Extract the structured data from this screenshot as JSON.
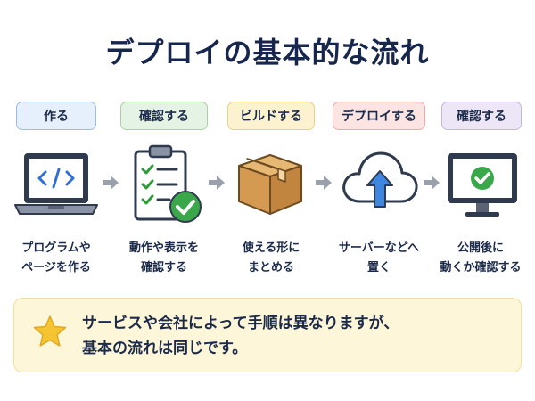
{
  "title": "デプロイの基本的な流れ",
  "steps": [
    {
      "label": "作る",
      "caption": [
        "プログラムや",
        "ページを作る"
      ],
      "icon": "laptop-code-icon",
      "color_fill": "#e6effc",
      "color_border": "#9dbbe8"
    },
    {
      "label": "確認する",
      "caption": [
        "動作や表示を",
        "確認する"
      ],
      "icon": "clipboard-check-icon",
      "color_fill": "#e5f3e4",
      "color_border": "#a7d3a3"
    },
    {
      "label": "ビルドする",
      "caption": [
        "使える形に",
        "まとめる"
      ],
      "icon": "box-icon",
      "color_fill": "#fdf2cf",
      "color_border": "#ecd180"
    },
    {
      "label": "デプロイする",
      "caption": [
        "サーバーなどへ",
        "置く"
      ],
      "icon": "cloud-upload-icon",
      "color_fill": "#fbe4e2",
      "color_border": "#eeaaa5"
    },
    {
      "label": "確認する",
      "caption": [
        "公開後に",
        "動くか確認する"
      ],
      "icon": "monitor-check-icon",
      "color_fill": "#ece6f6",
      "color_border": "#c3b4e2"
    }
  ],
  "note": {
    "icon": "star-icon",
    "lines": [
      "サービスや会社によって手順は異なりますが、",
      "基本の流れは同じです。"
    ]
  }
}
